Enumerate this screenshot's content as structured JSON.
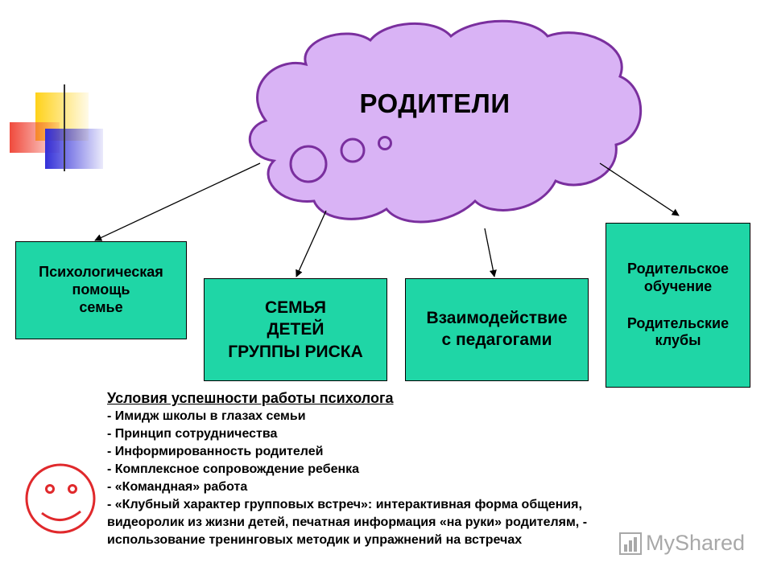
{
  "cloud": {
    "title": "РОДИТЕЛИ"
  },
  "boxes": [
    {
      "lines": [
        "Психологическая",
        "помощь",
        "семье"
      ]
    },
    {
      "lines": [
        "СЕМЬЯ",
        "ДЕТЕЙ",
        "ГРУППЫ РИСКА"
      ]
    },
    {
      "lines": [
        "Взаимодействие",
        "с педагогами"
      ]
    },
    {
      "lines": [
        "Родительское",
        "обучение",
        "Родительские",
        "клубы"
      ]
    }
  ],
  "conditions": {
    "heading": "Условия успешности работы психолога",
    "items": [
      "- Имидж школы в глазах семьи",
      "- Принцип сотрудничества",
      "- Информированность родителей",
      "- Комплексное сопровождение ребенка",
      "- «Командная» работа",
      "- «Клубный характер групповых встреч»: интерактивная форма общения,",
      "видеоролик из жизни детей, печатная информация «на руки» родителям, -",
      "использование тренинговых методик и упражнений на встречах"
    ]
  },
  "watermark": {
    "text": "MyShared"
  },
  "colors": {
    "box_fill": "#1fd6a6",
    "cloud_fill": "#d9b3f5",
    "cloud_stroke": "#7a2f9e",
    "smiley": "#e0292c",
    "deco_yellow": "#ffd21a",
    "deco_red": "#f04a3c",
    "deco_blue": "#3330d8"
  }
}
